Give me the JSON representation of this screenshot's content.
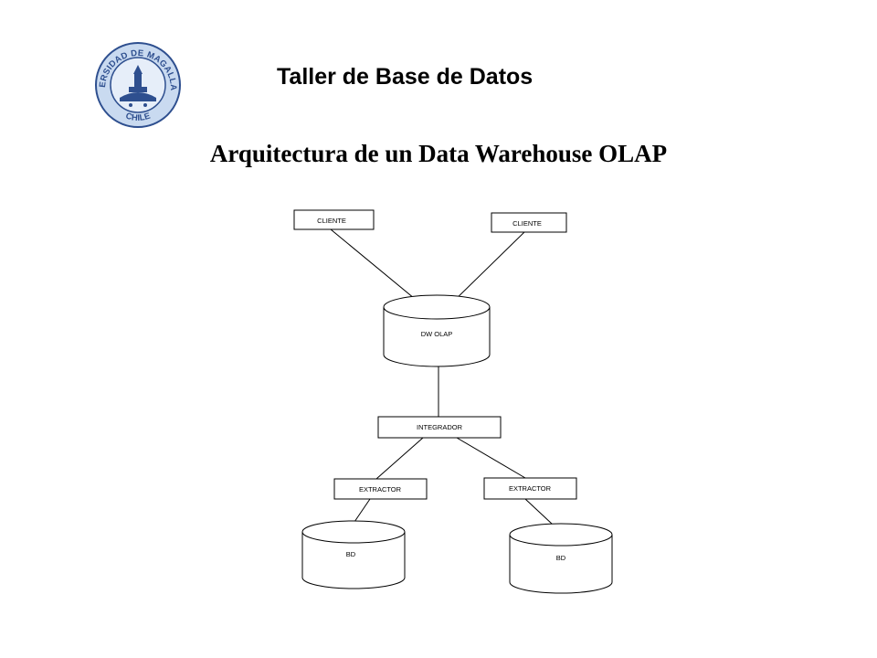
{
  "header": {
    "title": "Taller de Base de Datos",
    "logo": {
      "outer_text": "UNIVERSIDAD DE MAGALLANES",
      "bottom_text": "CHILE",
      "color": "#2e4f8f",
      "fill": "#c9daf0"
    }
  },
  "slide": {
    "title": "Arquitectura de un Data Warehouse OLAP"
  },
  "diagram": {
    "nodes": {
      "cliente_left": "CLIENTE",
      "cliente_right": "CLIENTE",
      "dw_olap": "DW OLAP",
      "integrador": "INTEGRADOR",
      "extractor_left": "EXTRACTOR",
      "extractor_right": "EXTRACTOR",
      "bd_left": "BD",
      "bd_right": "BD"
    },
    "line_color": "#000000"
  }
}
